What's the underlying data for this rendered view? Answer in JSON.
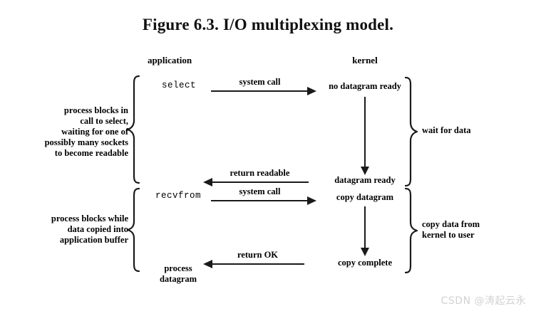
{
  "figure": {
    "title": "Figure 6.3. I/O multiplexing model.",
    "columns": {
      "application": "application",
      "kernel": "kernel"
    }
  },
  "application_side": {
    "call_select": "select",
    "call_recvfrom": "recvfrom",
    "process_datagram": "process\ndatagram",
    "description_select_block": "process blocks in\ncall to select,\nwaiting for one of\npossibly many sockets\nto become readable",
    "description_copy_block": "process blocks while\ndata copied into\napplication buffer"
  },
  "kernel_side": {
    "state_no_datagram": "no datagram ready",
    "state_datagram_ready": "datagram ready",
    "state_copy_datagram": "copy datagram",
    "state_copy_complete": "copy complete",
    "phase_wait": "wait for data",
    "phase_copy": "copy data from\nkernel to user"
  },
  "messages": [
    {
      "label": "system call",
      "direction": "application-to-kernel"
    },
    {
      "label": "return readable",
      "direction": "kernel-to-application"
    },
    {
      "label": "system call",
      "direction": "application-to-kernel"
    },
    {
      "label": "return OK",
      "direction": "kernel-to-application"
    }
  ],
  "message_labels": {
    "system_call_1": "system call",
    "return_readable": "return readable",
    "system_call_2": "system call",
    "return_ok": "return OK"
  },
  "watermark": {
    "text": "CSDN @涛起云永",
    "color": "#d2d2d2"
  },
  "colors": {
    "background": "#ffffff",
    "ink": "#000000",
    "line": "#1a1a1a"
  }
}
